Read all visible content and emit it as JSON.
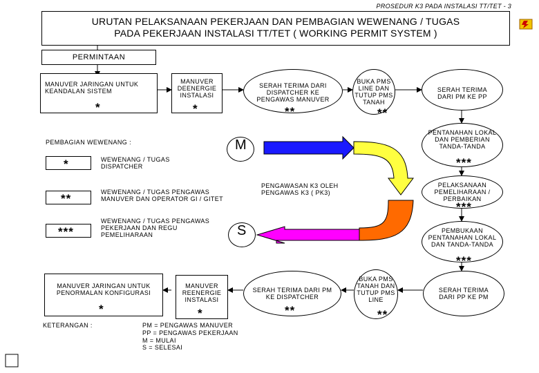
{
  "header": "PROSEDUR K3 PADA INSTALASI TT/TET - 3",
  "title": {
    "line1": "URUTAN PELAKSANAAN PEKERJAAN DAN PEMBAGIAN WEWENANG / TUGAS",
    "line2": "PADA PEKERJAAN INSTALASI TT/TET  ( WORKING PERMIT SYSTEM )"
  },
  "permintaan": "PERMINTAAN",
  "top_row": {
    "manuver_keandalan": "MANUVER  JARINGAN  UNTUK KEANDALAN SISTEM",
    "manuver_keandalan_mark": "*",
    "manuver_deenergie": "MANUVER DEENERGIE INSTALASI",
    "manuver_deenergie_mark": "*",
    "serah_dispatcher": "SERAH TERIMA DARI DISPATCHER KE PENGAWAS MANUVER",
    "serah_dispatcher_mark": "**",
    "buka_pms": "BUKA PMS LINE DAN TUTUP PMS TANAH",
    "buka_pms_mark": "**",
    "serah_pm_pp": "SERAH TERIMA DARI PM KE PP"
  },
  "right_column": {
    "pentanahan": "PENTANAHAN LOKAL DAN PEMBERIAN TANDA-TANDA",
    "pentanahan_mark": "***",
    "pelaksanaan": "PELAKSANAAN PEMELIHARAAN / PERBAIKAN",
    "pelaksanaan_mark": "***",
    "pembukaan": "PEMBUKAAN PENTANAHAN LOKAL DAN TANDA-TANDA",
    "pembukaan_mark": "***"
  },
  "pembagian": {
    "title": "PEMBAGIAN WEWENANG :",
    "items": [
      {
        "mark": "*",
        "text": "WEWENANG / TUGAS DISPATCHER"
      },
      {
        "mark": "**",
        "text": "WEWENANG / TUGAS  PENGAWAS MANUVER DAN OPERATOR GI / GITET"
      },
      {
        "mark": "***",
        "text": "WEWENANG / TUGAS PENGAWAS PEKERJAAN DAN REGU PEMELIHARAAN"
      }
    ]
  },
  "m_label": "M",
  "s_label": "S",
  "pengawasan": "PENGAWASAN K3 OLEH PENGAWAS K3 ( PK3)",
  "bottom_row": {
    "manuver_penormalan": "MANUVER JARINGAN UNTUK PENORMALAN KONFIGURASI",
    "manuver_penormalan_mark": "*",
    "manuver_reenergie": "MANUVER REENERGIE INSTALASI",
    "manuver_reenergie_mark": "*",
    "serah_pm_dispatcher": "SERAH TERIMA DARI PM KE DISPATCHER",
    "serah_pm_dispatcher_mark": "**",
    "buka_pms_tanah": "BUKA PMS TANAH DAN TUTUP PMS LINE",
    "buka_pms_tanah_mark": "**",
    "serah_pp_pm": "SERAH TERIMA DARI PP KE PM"
  },
  "keterangan": {
    "label": "KETERANGAN :",
    "lines": [
      "PM = PENGAWAS MANUVER",
      "PP = PENGAWAS PEKERJAAN",
      "M  = MULAI",
      "S  = SELESAI"
    ]
  },
  "colors": {
    "blue_arrow": "#1a1aff",
    "yellow_arrow": "#ffff40",
    "orange_arrow": "#ff6a00",
    "magenta_arrow": "#ff00ff",
    "logo": "#f2c400"
  },
  "icons": {
    "logo": "lightning-logo-icon"
  }
}
